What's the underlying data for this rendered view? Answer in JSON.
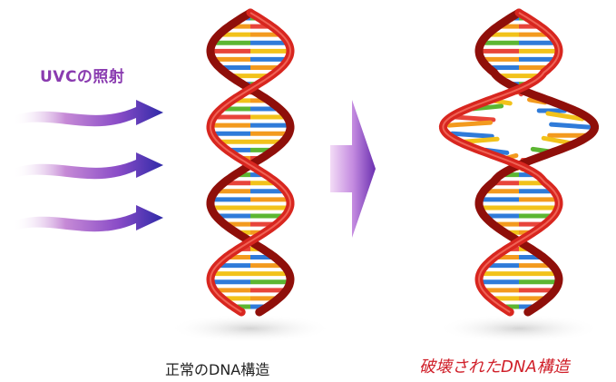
{
  "labels": {
    "uv_label": "UVCの照射",
    "normal_dna": "正常のDNA構造",
    "broken_dna": "破壊されたDNA構造"
  },
  "colors": {
    "uv_text": "#8a3bb0",
    "normal_text": "#222222",
    "broken_text": "#d0202a",
    "helix_red": "#d8261f",
    "helix_dark": "#8f0f0a",
    "base_orange": "#f39a1e",
    "base_yellow": "#f2c21a",
    "base_blue": "#2f7bd9",
    "base_green": "#5cb632",
    "base_red": "#e8443a",
    "arrow_light": "#e2b8ef",
    "arrow_dark": "#3a2cb0",
    "shadow": "#d9d9d9"
  },
  "icons": {
    "uv_rays": "uv-ray-arrows",
    "transition": "transition-arrow",
    "normal_helix": "dna-double-helix",
    "broken_helix": "broken-dna-helix"
  }
}
